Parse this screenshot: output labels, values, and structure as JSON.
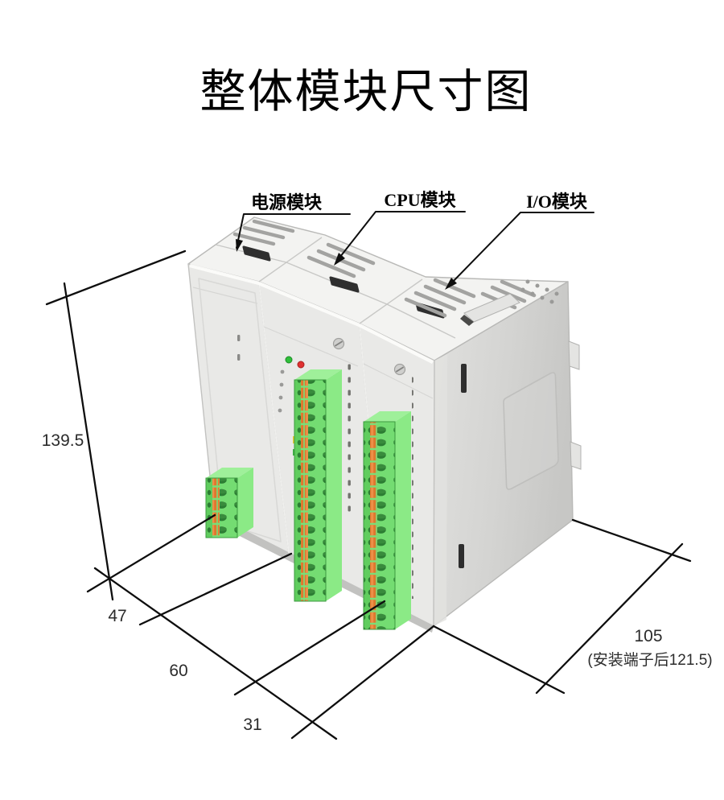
{
  "title": "整体模块尺寸图",
  "module_labels": {
    "power": "电源模块",
    "cpu": "CPU模块",
    "io": "I/O模块"
  },
  "dimensions": {
    "height_mm": "139.5",
    "power_width_mm": "47",
    "cpu_width_mm": "60",
    "io_width_mm": "31",
    "depth_mm": "105",
    "depth_with_terminals_note": "(安装端子后121.5)"
  },
  "colors": {
    "line": "#0e0e0e",
    "module_front": "#e9e9e7",
    "module_top": "#f3f3f1",
    "module_side": "#d6d6d4",
    "terminal_green": "#74dc72",
    "terminal_green_side": "#8bea86",
    "terminal_green_top": "#9ff09a",
    "terminal_hole_green": "#2c7d33",
    "terminal_orange": "#df772e",
    "slot_dark": "#2f2f2f",
    "led_green": "#2fbf3a",
    "led_red": "#e03131",
    "led_yellow": "#e6c832"
  }
}
